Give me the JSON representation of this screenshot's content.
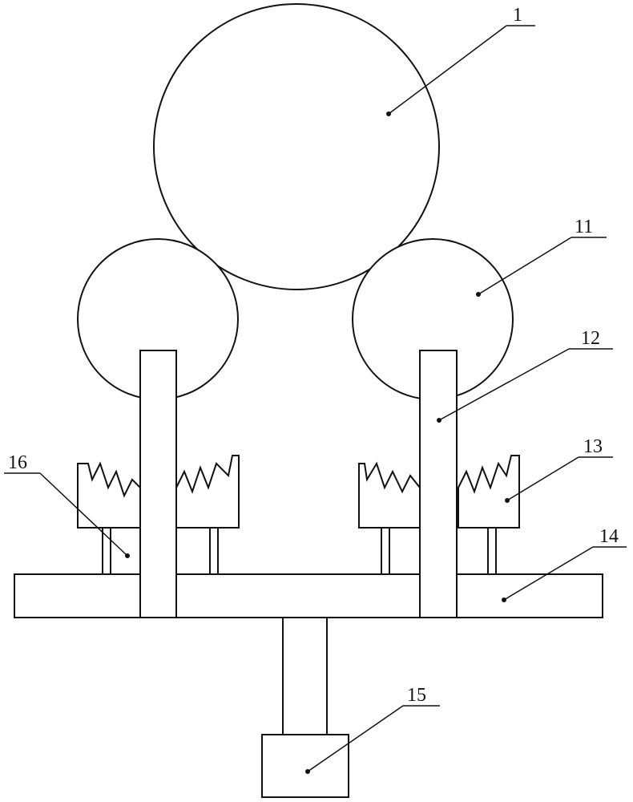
{
  "callouts": {
    "c1": "1",
    "c11": "11",
    "c12": "12",
    "c13": "13",
    "c14": "14",
    "c15": "15",
    "c16": "16"
  },
  "colors": {
    "stroke": "#111111",
    "background": "#ffffff"
  }
}
